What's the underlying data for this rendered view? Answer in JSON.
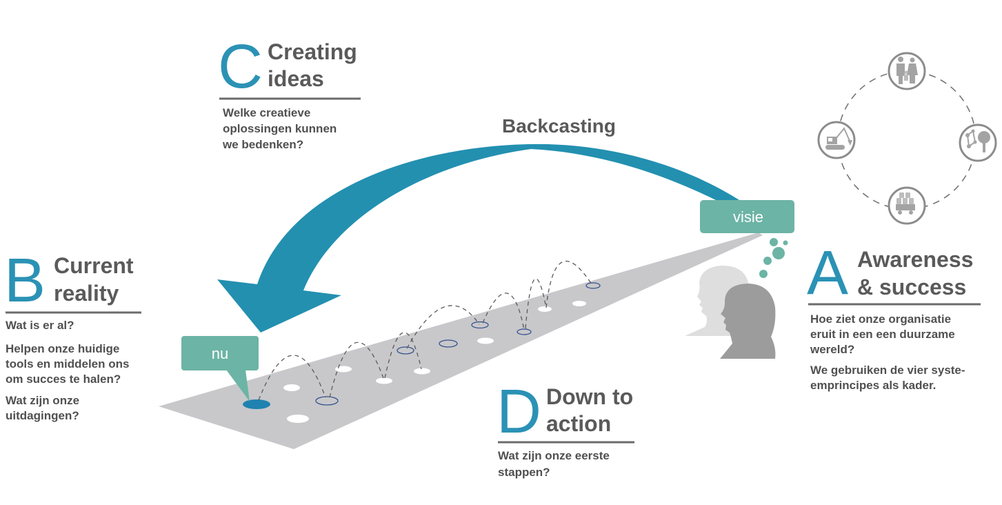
{
  "diagram": {
    "arrow_label": "Backcasting",
    "vision_label": "visie",
    "now_label": "nu"
  },
  "sections": {
    "c": {
      "letter": "C",
      "heading": [
        "Creating",
        "ideas"
      ],
      "paragraphs": [
        [
          "Welke creatieve",
          "oplossingen kunnen",
          "we bedenken?"
        ]
      ]
    },
    "b": {
      "letter": "B",
      "heading": [
        "Current",
        "reality"
      ],
      "paragraphs": [
        [
          "Wat is er al?"
        ],
        [
          "Helpen onze huidige",
          "tools en middelen ons",
          "om succes te halen?"
        ],
        [
          "Wat zijn onze",
          "uitdagingen?"
        ]
      ]
    },
    "d": {
      "letter": "D",
      "heading": [
        "Down to",
        "action"
      ],
      "paragraphs": [
        [
          "Wat zijn onze eerste",
          "stappen?"
        ]
      ]
    },
    "a": {
      "letter": "A",
      "heading": [
        "Awareness",
        "& success"
      ],
      "paragraphs": [
        [
          "Hoe ziet onze organisatie",
          "eruit in een een duurzame",
          "wereld?"
        ],
        [
          "We gebruiken de vier syste-",
          "emprincipes als kader."
        ]
      ]
    }
  },
  "icons": {
    "cycle": [
      "family-icon",
      "excavator-icon",
      "molecule-tree-icon",
      "truck-barrels-icon"
    ],
    "visionaries": [
      "man-head-silhouette-icon",
      "woman-head-silhouette-icon"
    ]
  },
  "colors": {
    "accent": "#2b92b5",
    "arrow": "#2390b0",
    "box": "#6cb4a5",
    "road": "#c8c8cb",
    "heading": "#5a5a5a",
    "body": "#505050",
    "rule": "#6b6b6b",
    "hole_now": "#1f82b0",
    "hole_outline": "#34508a",
    "jump": "#5a5a5a",
    "head_light": "#dedede",
    "head_dark": "#9c9c9c"
  }
}
